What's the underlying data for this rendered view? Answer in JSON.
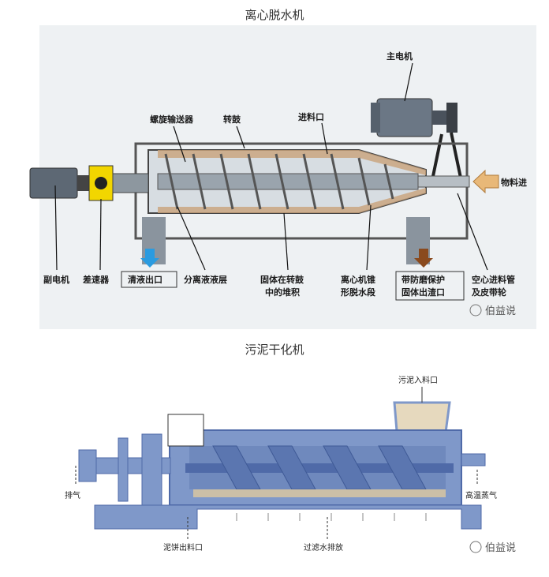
{
  "top": {
    "title": "离心脱水机",
    "labels": {
      "main_motor": "主电机",
      "screw_conveyor": "螺旋输送器",
      "drum": "转鼓",
      "feed_port": "进料口",
      "material_in": "物料进",
      "sub_motor": "副电机",
      "differential": "差速器",
      "clear_outlet": "清液出口",
      "sep_layer": "分离液液层",
      "solid_line1": "固体在转鼓",
      "solid_line2": "中的堆积",
      "cone_line1": "离心机锥",
      "cone_line2": "形脱水段",
      "wear_line1": "带防磨保护",
      "wear_line2": "固体出渣口",
      "hollow_line1": "空心进料管",
      "hollow_line2": "及皮带轮"
    },
    "watermark": "伯益说"
  },
  "bottom": {
    "title": "污泥干化机",
    "labels": {
      "sludge_in": "污泥入料口",
      "exhaust": "排气",
      "steam": "高温蒸气",
      "cake_out": "泥饼出料口",
      "filtrate": "过滤水排放"
    },
    "watermark": "伯益说"
  },
  "colors": {
    "steel": "#7a8a99",
    "blue_body": "#7f98c9",
    "blue_dark": "#4f6aa8",
    "sludge": "#c9a27a",
    "arrow_blue": "#2a9be0",
    "arrow_brown": "#8a4a1e",
    "arrow_tan": "#e8b878"
  }
}
